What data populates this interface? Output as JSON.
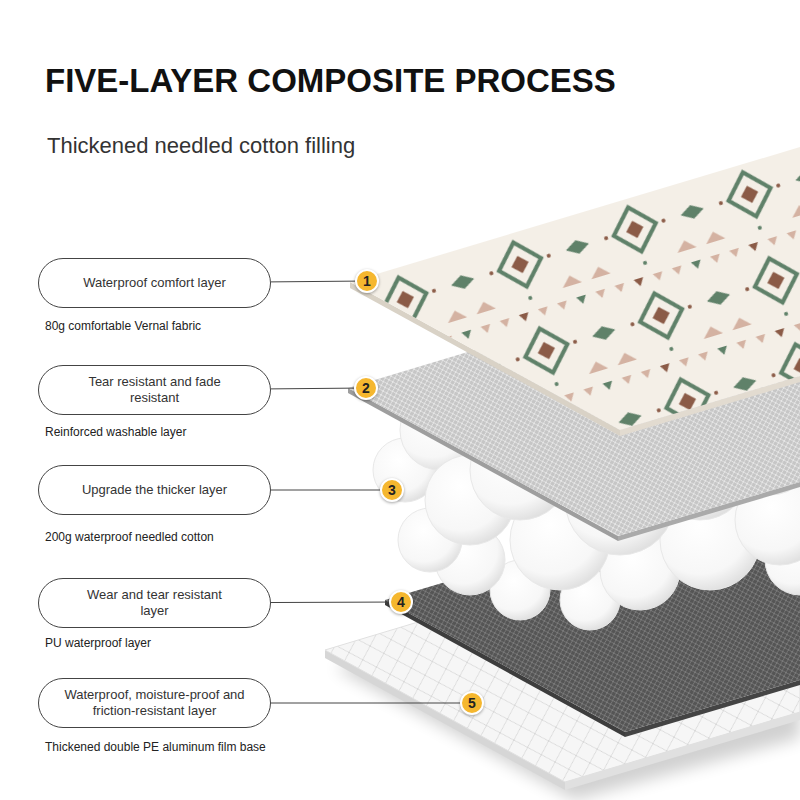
{
  "diagram": {
    "title": "FIVE-LAYER COMPOSITE PROCESS",
    "nodes": [
      {
        "text": [
          "Waterproof comfort layer"
        ]
      },
      {
        "text": [
          "1"
        ]
      },
      {
        "text": [
          "Tear resistant and fade resistant"
        ]
      },
      {
        "text": [
          "2"
        ]
      },
      {
        "text": [
          "Upgrade the thicker layer"
        ]
      },
      {
        "text": [
          "3"
        ]
      },
      {
        "text": [
          "Wear and tear resistant layer"
        ]
      },
      {
        "text": [
          "4"
        ]
      },
      {
        "text": [
          "Waterproof, moisture-proof and friction-resistant layer"
        ]
      },
      {
        "text": [
          "5"
        ]
      }
    ],
    "edges": [
      {
        "from": 0,
        "to": 1,
        "arrow": "none"
      },
      {
        "from": 2,
        "to": 3,
        "arrow": "none"
      },
      {
        "from": 4,
        "to": 5,
        "arrow": "none"
      },
      {
        "from": 6,
        "to": 7,
        "arrow": "none"
      },
      {
        "from": 8,
        "to": 9,
        "arrow": "none"
      }
    ],
    "labels": [
      "Thickened needled cotton filling",
      "80g comfortable Vernal fabric",
      "Reinforced washable layer",
      "200g waterproof needled cotton",
      "PU waterproof layer",
      "Thickened double PE aluminum film base"
    ]
  }
}
